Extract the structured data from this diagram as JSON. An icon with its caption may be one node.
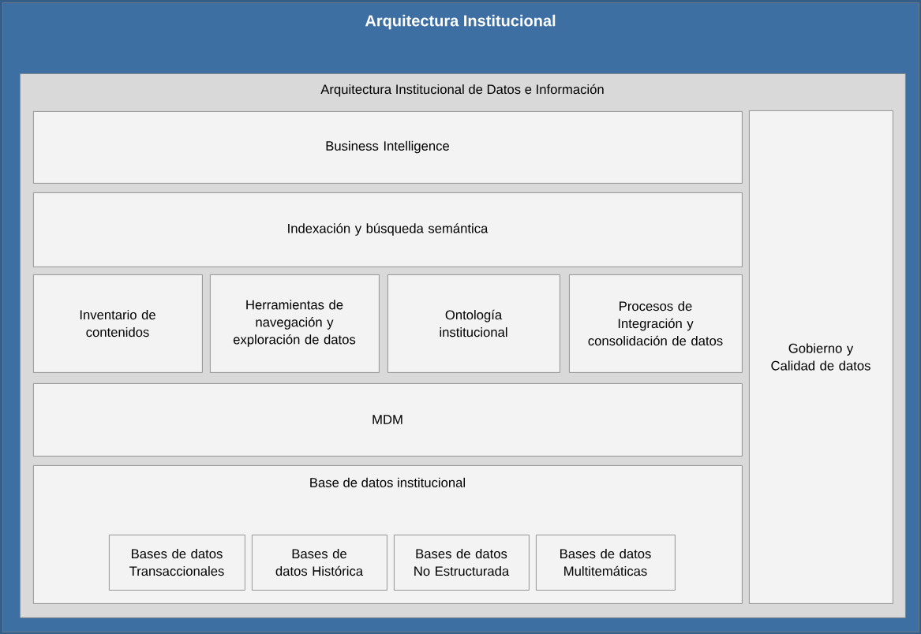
{
  "diagram": {
    "nodes": [
      {
        "text": [
          "Arquitectura Institucional"
        ]
      },
      {
        "text": [
          "Arquitectura Institucional de Datos e Información"
        ],
        "in": 0
      },
      {
        "text": [
          "Business Intelligence"
        ],
        "in": 1
      },
      {
        "text": [
          "Indexación y búsqueda semántica"
        ],
        "in": 1
      },
      {
        "text": [
          "Inventario de contenidos"
        ],
        "in": 1
      },
      {
        "text": [
          "Herramientas de navegación y exploración de datos"
        ],
        "in": 1
      },
      {
        "text": [
          "Ontología institucional"
        ],
        "in": 1
      },
      {
        "text": [
          "Procesos de Integración y consolidación de datos"
        ],
        "in": 1
      },
      {
        "text": [
          "MDM"
        ],
        "in": 1
      },
      {
        "text": [
          "Base de datos institucional"
        ],
        "in": 1
      },
      {
        "text": [
          "Bases de datos Transaccionales"
        ],
        "in": 9
      },
      {
        "text": [
          "Bases de datos Histórica"
        ],
        "in": 9
      },
      {
        "text": [
          "Bases de datos No Estructurada"
        ],
        "in": 9
      },
      {
        "text": [
          "Bases de datos Multitemáticas"
        ],
        "in": 9
      },
      {
        "text": [
          "Gobierno y Calidad de datos"
        ],
        "in": 1
      }
    ]
  }
}
